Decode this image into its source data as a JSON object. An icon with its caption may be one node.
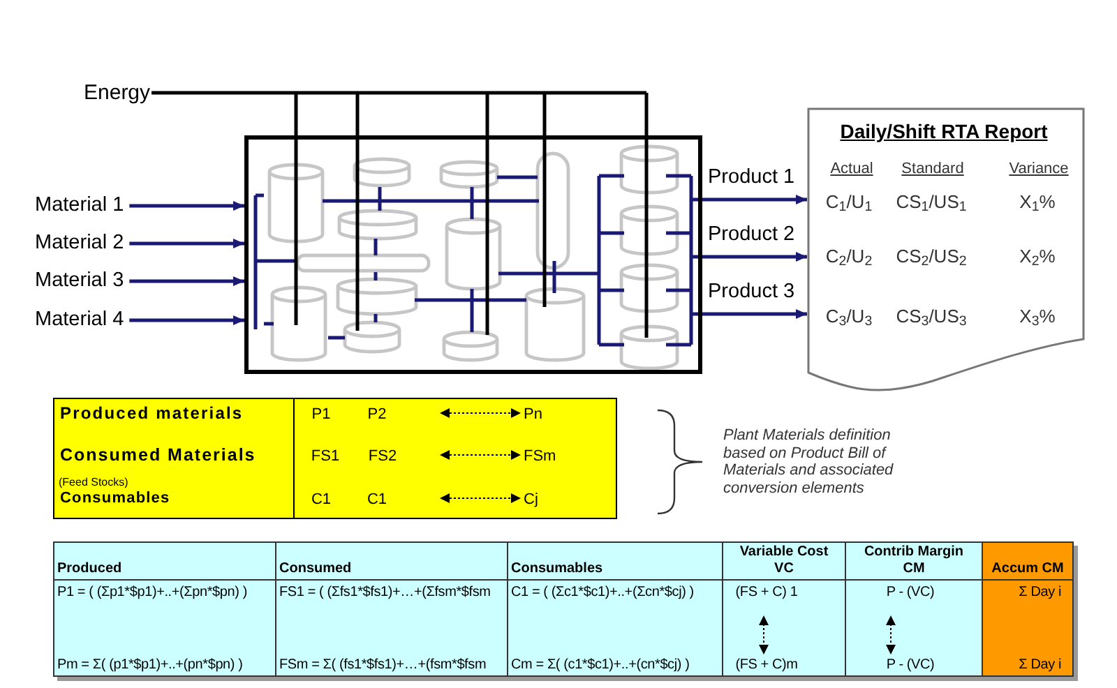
{
  "diagram": {
    "nodes": [
      {
        "text": [
          "Energy"
        ]
      },
      {
        "text": [],
        "shape": "picture"
      },
      {
        "text": [
          "Material 1"
        ]
      },
      {
        "text": [
          "Material 2"
        ]
      },
      {
        "text": [
          "Material 3"
        ]
      },
      {
        "text": [
          "Material 4"
        ]
      },
      {
        "text": [
          "Daily/Shift RTA Report",
          "Actual",
          "Standard",
          "Variance",
          "C$_{1}$/U$_{1}$",
          "CS$_{1}$/US$_{1}$",
          "X$_{1}$%",
          "C$_{2}$/U$_{2}$",
          "CS$_{2}$/US$_{2}$",
          "X$_{2}$%",
          "C$_{3}$/U$_{3}$",
          "CS$_{3}$/US$_{3}$",
          "X$_{3}$%"
        ]
      },
      {
        "text": [
          "Produced materials",
          "P1",
          "P2",
          "Pn",
          "Consumed Materials",
          "(Feed Stocks)",
          "FS1",
          "FS2",
          "FSm",
          "Consumables",
          "C1",
          "C1",
          "Cj"
        ]
      }
    ],
    "edges": [
      {
        "from": 0,
        "to": 1,
        "arrow": "none",
        "color": "#000000"
      },
      {
        "from": 2,
        "to": 1,
        "arrow": "to"
      },
      {
        "from": 3,
        "to": 1,
        "arrow": "to"
      },
      {
        "from": 4,
        "to": 1,
        "arrow": "to"
      },
      {
        "from": 5,
        "to": 1,
        "arrow": "to"
      },
      {
        "from": 1,
        "to": 6,
        "arrow": "to",
        "label": "Product 1"
      },
      {
        "from": 1,
        "to": 6,
        "arrow": "to",
        "label": "Product 2"
      },
      {
        "from": 1,
        "to": 6,
        "arrow": "to",
        "label": "Product 3"
      }
    ],
    "labels": [
      "Plant Materials definition based on Product Bill of Materials and associated conversion elements",
      "Produced",
      "Consumed",
      "Consumables",
      "Variable Cost VC",
      "Contrib Margin CM",
      "Accum CM",
      "P1 = ( (Σp1*$p1)+..+(Σpn*$pn) )",
      "FS1 = ( (Σfs1*$fs1)+…+(Σfsm*$fsm",
      "C1 = ( (Σc1*$c1)+..+(Σcn*$cj) )",
      "(FS + C) 1",
      "P - (VC)",
      "Σ Day i",
      "Pm = Σ( (p1*$p1)+..+(pn*$pn) )",
      "FSm = Σ( (fs1*$fs1)+…+(fsm*$fsm",
      "Cm = Σ( (c1*$c1)+..+(cn*$cj) )",
      "(FS + C)m",
      "P - (VC)",
      "Σ Day i"
    ]
  }
}
